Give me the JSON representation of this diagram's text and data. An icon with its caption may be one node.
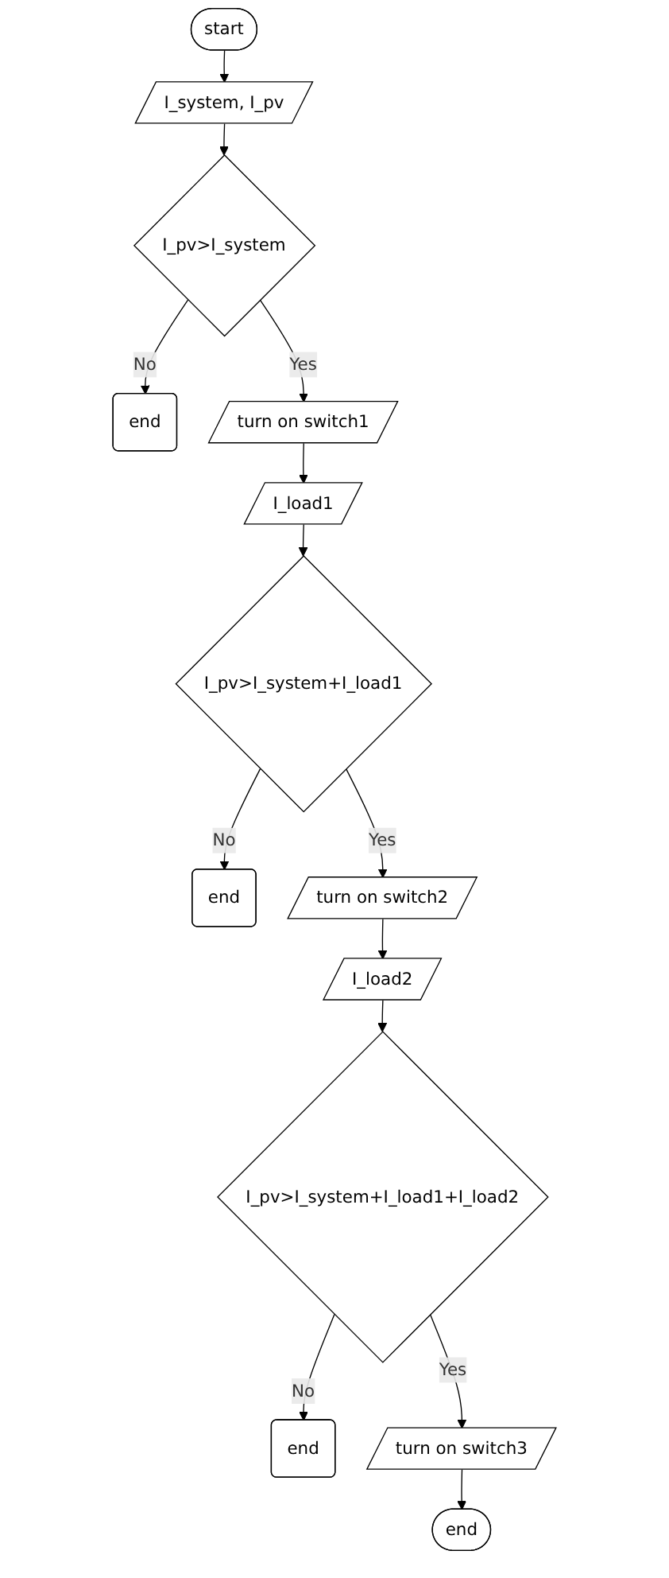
{
  "diagram": {
    "nodes": [
      {
        "text": [
          "start"
        ]
      },
      {
        "text": [
          "I_system, I_pv"
        ]
      },
      {
        "text": [
          "I_pv>I_system"
        ]
      },
      {
        "text": [
          "end"
        ]
      },
      {
        "text": [
          "turn on switch1"
        ]
      },
      {
        "text": [
          "I_load1"
        ]
      },
      {
        "text": [
          "I_pv>I_system+I_load1"
        ]
      },
      {
        "text": [
          "end"
        ]
      },
      {
        "text": [
          "turn on switch2"
        ]
      },
      {
        "text": [
          "I_load2"
        ]
      },
      {
        "text": [
          "I_pv>I_system+I_load1+I_load2"
        ]
      },
      {
        "text": [
          "end"
        ]
      },
      {
        "text": [
          "turn on switch3"
        ]
      },
      {
        "text": [
          "end"
        ]
      }
    ],
    "edges": [
      {
        "from": 0,
        "to": 1,
        "arrow": "to"
      },
      {
        "from": 1,
        "to": 2,
        "arrow": "to"
      },
      {
        "from": 2,
        "to": 3,
        "arrow": "to",
        "label": "No"
      },
      {
        "from": 2,
        "to": 4,
        "arrow": "to",
        "label": "Yes"
      },
      {
        "from": 4,
        "to": 5,
        "arrow": "to"
      },
      {
        "from": 5,
        "to": 6,
        "arrow": "to"
      },
      {
        "from": 6,
        "to": 7,
        "arrow": "to",
        "label": "No"
      },
      {
        "from": 6,
        "to": 8,
        "arrow": "to",
        "label": "Yes"
      },
      {
        "from": 8,
        "to": 9,
        "arrow": "to"
      },
      {
        "from": 9,
        "to": 10,
        "arrow": "to"
      },
      {
        "from": 10,
        "to": 11,
        "arrow": "to",
        "label": "No"
      },
      {
        "from": 10,
        "to": 12,
        "arrow": "to",
        "label": "Yes"
      },
      {
        "from": 12,
        "to": 13,
        "arrow": "to"
      }
    ]
  }
}
